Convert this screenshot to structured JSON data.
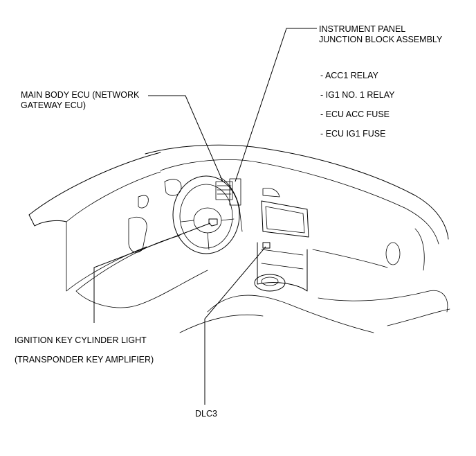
{
  "labels": {
    "junction_block_line1": "INSTRUMENT PANEL",
    "junction_block_line2": "JUNCTION BLOCK ASSEMBLY",
    "relay_items": [
      "- ACC1 RELAY",
      "- IG1 NO. 1 RELAY",
      "- ECU ACC FUSE",
      "- ECU IG1 FUSE"
    ],
    "main_body_ecu_line1": "MAIN BODY ECU (NETWORK",
    "main_body_ecu_line2": "GATEWAY ECU)",
    "ignition_line1": "IGNITION  KEY CYLINDER LIGHT",
    "ignition_line2": "(TRANSPONDER KEY AMPLIFIER)",
    "dlc3": "DLC3"
  }
}
